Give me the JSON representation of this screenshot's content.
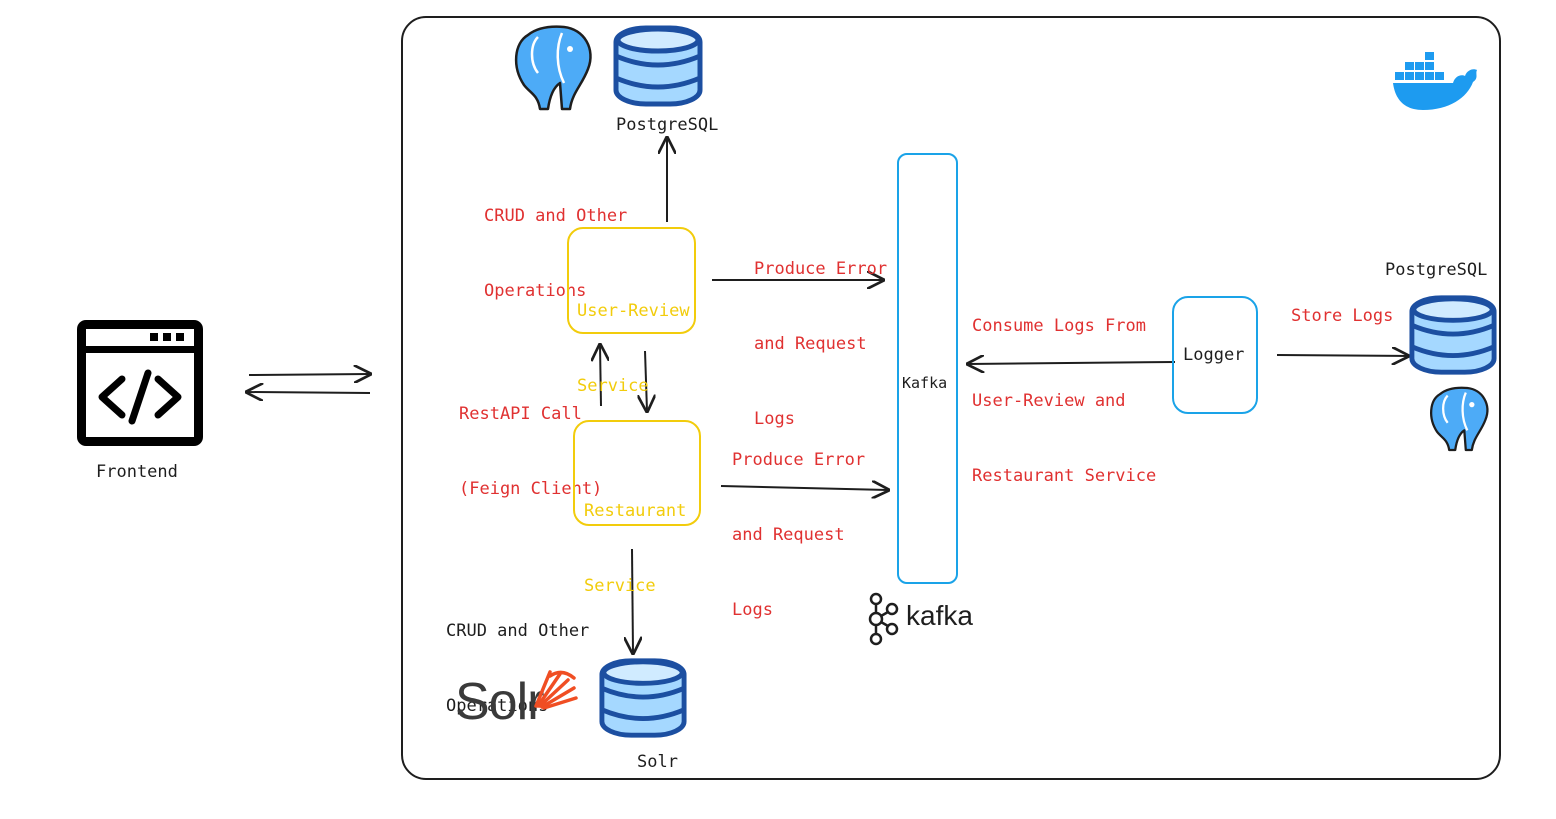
{
  "colors": {
    "stroke": "#1e1e1e",
    "red_text": "#e03131",
    "service_yellow": "#f2cc0c",
    "kafka_blue": "#1aa3e8",
    "db_blue": "#a5d8ff",
    "db_dark": "#1c4fa1",
    "elephant_blue": "#4dabf7",
    "docker_blue": "#1d9bf0",
    "solr_orange": "#f04e23"
  },
  "frontend": {
    "label": "Frontend",
    "icon": "code-window-icon"
  },
  "top_db": {
    "label": "PostgreSQL",
    "icon": "database-icon"
  },
  "right_db": {
    "label": "PostgreSQL",
    "icon": "database-icon"
  },
  "solr_db": {
    "label": "Solr",
    "icon": "database-icon"
  },
  "solr_logo": {
    "text": "Solr"
  },
  "kafka_logo": {
    "text": "kafka"
  },
  "services": {
    "user_review": {
      "line1": "User-Review",
      "line2": "Service"
    },
    "restaurant": {
      "line1": "Restaurant",
      "line2": "Service"
    },
    "kafka": {
      "label": "Kafka"
    },
    "logger": {
      "label": "Logger"
    }
  },
  "annotations": {
    "crud_top": {
      "line1": "CRUD and Other",
      "line2": "Operations"
    },
    "produce_user": {
      "line1": "Produce Error",
      "line2": "and Request",
      "line3": "Logs"
    },
    "rest_call": {
      "line1": "RestAPI Call",
      "line2": "(Feign Client)"
    },
    "produce_rest": {
      "line1": "Produce Error",
      "line2": "and Request",
      "line3": "Logs"
    },
    "crud_bottom": {
      "line1": "CRUD and Other",
      "line2": "Operations"
    },
    "consume": {
      "line1": "Consume Logs From",
      "line2": "User-Review and",
      "line3": "Restaurant Service"
    },
    "store": {
      "label": "Store Logs"
    }
  }
}
